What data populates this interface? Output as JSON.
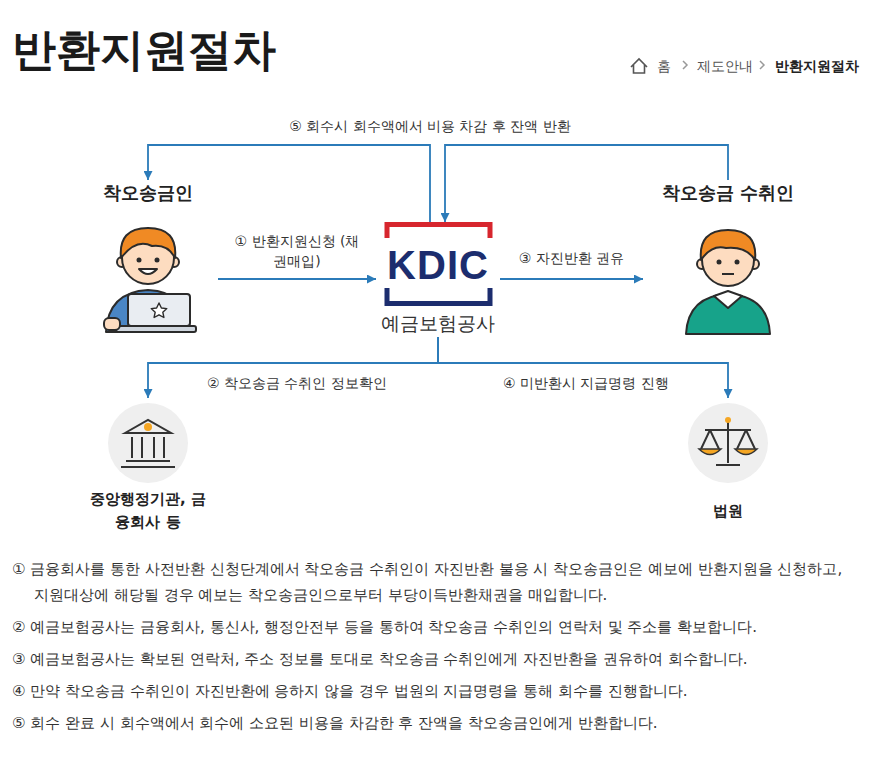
{
  "diagram": {
    "title": "반환지원절차",
    "nodes": [
      {
        "text": [
          "착오송금인"
        ]
      },
      {
        "text": [
          "KDIC",
          "예금보험공사"
        ]
      },
      {
        "text": [
          "착오송금 수취인"
        ]
      },
      {
        "text": [
          "중앙행정기관, 금융회사 등"
        ]
      },
      {
        "text": [
          "법원"
        ]
      }
    ],
    "edges": [
      {
        "from": 0,
        "to": 1,
        "arrow": "to",
        "label": "① 반환지원신청 (채권매입)"
      },
      {
        "from": 1,
        "to": 3,
        "arrow": "to",
        "label": "② 착오송금 수취인 정보확인"
      },
      {
        "from": 1,
        "to": 2,
        "arrow": "to",
        "label": "③ 자진반환 권유"
      },
      {
        "from": 1,
        "to": 4,
        "arrow": "to",
        "label": "④ 미반환시 지급명령 진행"
      },
      {
        "from": 1,
        "to": 0,
        "arrow": "to",
        "label": "⑤ 회수시 회수액에서 비용 차감 후 잔액 반환"
      },
      {
        "from": 2,
        "to": 1,
        "arrow": "to"
      }
    ],
    "labels": [
      "홈",
      "제도안내",
      "반환지원절차",
      "① 금융회사를 통한 사전반환 신청단계에서 착오송금 수취인이 자진반환 불응 시 착오송금인은 예보에 반환지원을 신청하고, 지원대상에 해당될 경우 예보는 착오송금인으로부터 부당이득반환채권을 매입합니다.",
      "② 예금보험공사는 금융회사, 통신사, 행정안전부 등을 통하여 착오송금 수취인의 연락처 및 주소를 확보합니다.",
      "③ 예금보험공사는 확보된 연락처, 주소 정보를 토대로 착오송금 수취인에게 자진반환을 권유하여 회수합니다.",
      "④ 만약 착오송금 수취인이 자진반환에 응하지 않을 경우 법원의 지급명령을 통해 회수를 진행합니다.",
      "⑤ 회수 완료 시 회수액에서 회수에 소요된 비용을 차감한 후 잔액을 착오송금인에게 반환합니다."
    ]
  }
}
